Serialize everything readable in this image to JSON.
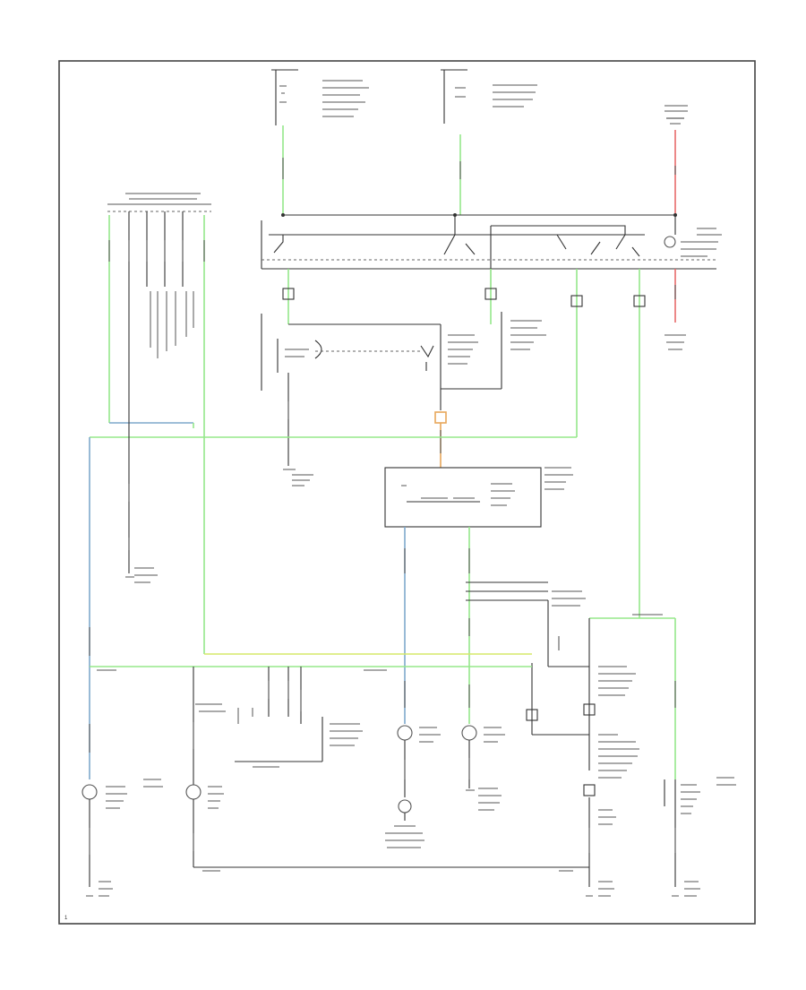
{
  "diagram": {
    "page_number": "1",
    "colors": {
      "wire_green": "#95e88a",
      "wire_blue": "#7fa8cc",
      "wire_red": "#e86a6a",
      "wire_orange": "#e8a65a",
      "frame": "#444444"
    },
    "components": [
      {
        "id": "top-left-fuse"
      },
      {
        "id": "top-center-fuse"
      },
      {
        "id": "top-right-fuse"
      },
      {
        "id": "headlight-switch"
      },
      {
        "id": "dimmer-switch"
      },
      {
        "id": "combination-switch"
      },
      {
        "id": "flasher-unit"
      },
      {
        "id": "left-connector-block"
      },
      {
        "id": "right-connector-block"
      },
      {
        "id": "left-front-lamp"
      },
      {
        "id": "left-rear-lamp"
      },
      {
        "id": "center-left-lamp"
      },
      {
        "id": "center-right-lamp"
      },
      {
        "id": "right-rear-lamp"
      },
      {
        "id": "right-front-lamp"
      },
      {
        "id": "bottom-indicator-lamp"
      },
      {
        "id": "left-side-ground"
      },
      {
        "id": "right-side-ground"
      }
    ]
  }
}
